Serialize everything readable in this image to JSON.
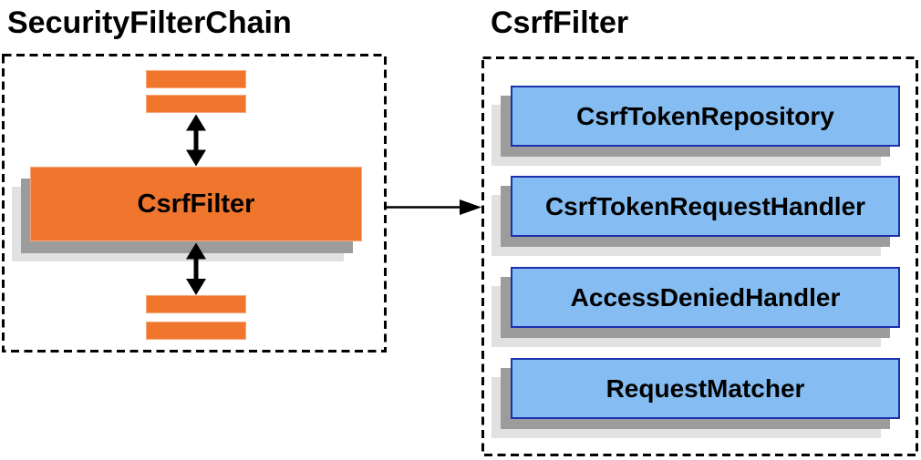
{
  "left_panel": {
    "title": "SecurityFilterChain",
    "filter_box_label": "CsrfFilter"
  },
  "right_panel": {
    "title": "CsrfFilter",
    "components": [
      {
        "label": "CsrfTokenRepository"
      },
      {
        "label": "CsrfTokenRequestHandler"
      },
      {
        "label": "AccessDeniedHandler"
      },
      {
        "label": "RequestMatcher"
      }
    ]
  },
  "colors": {
    "orange": "#F0762D",
    "orange_border": "#F8A878",
    "blue": "#85BDF2",
    "blue_border": "#1C30AE",
    "shadow_dark": "#9C9C9C",
    "shadow_light": "#E1E1E1",
    "connector": "#000000"
  }
}
